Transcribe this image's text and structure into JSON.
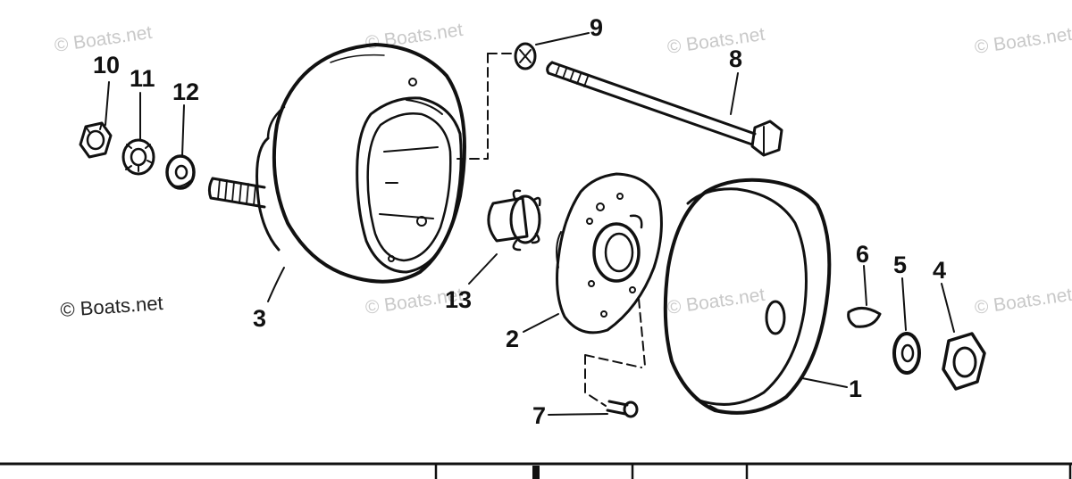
{
  "watermark": "© Boats.net",
  "callouts": [
    "1",
    "2",
    "3",
    "4",
    "5",
    "6",
    "7",
    "8",
    "9",
    "10",
    "11",
    "12",
    "13"
  ]
}
